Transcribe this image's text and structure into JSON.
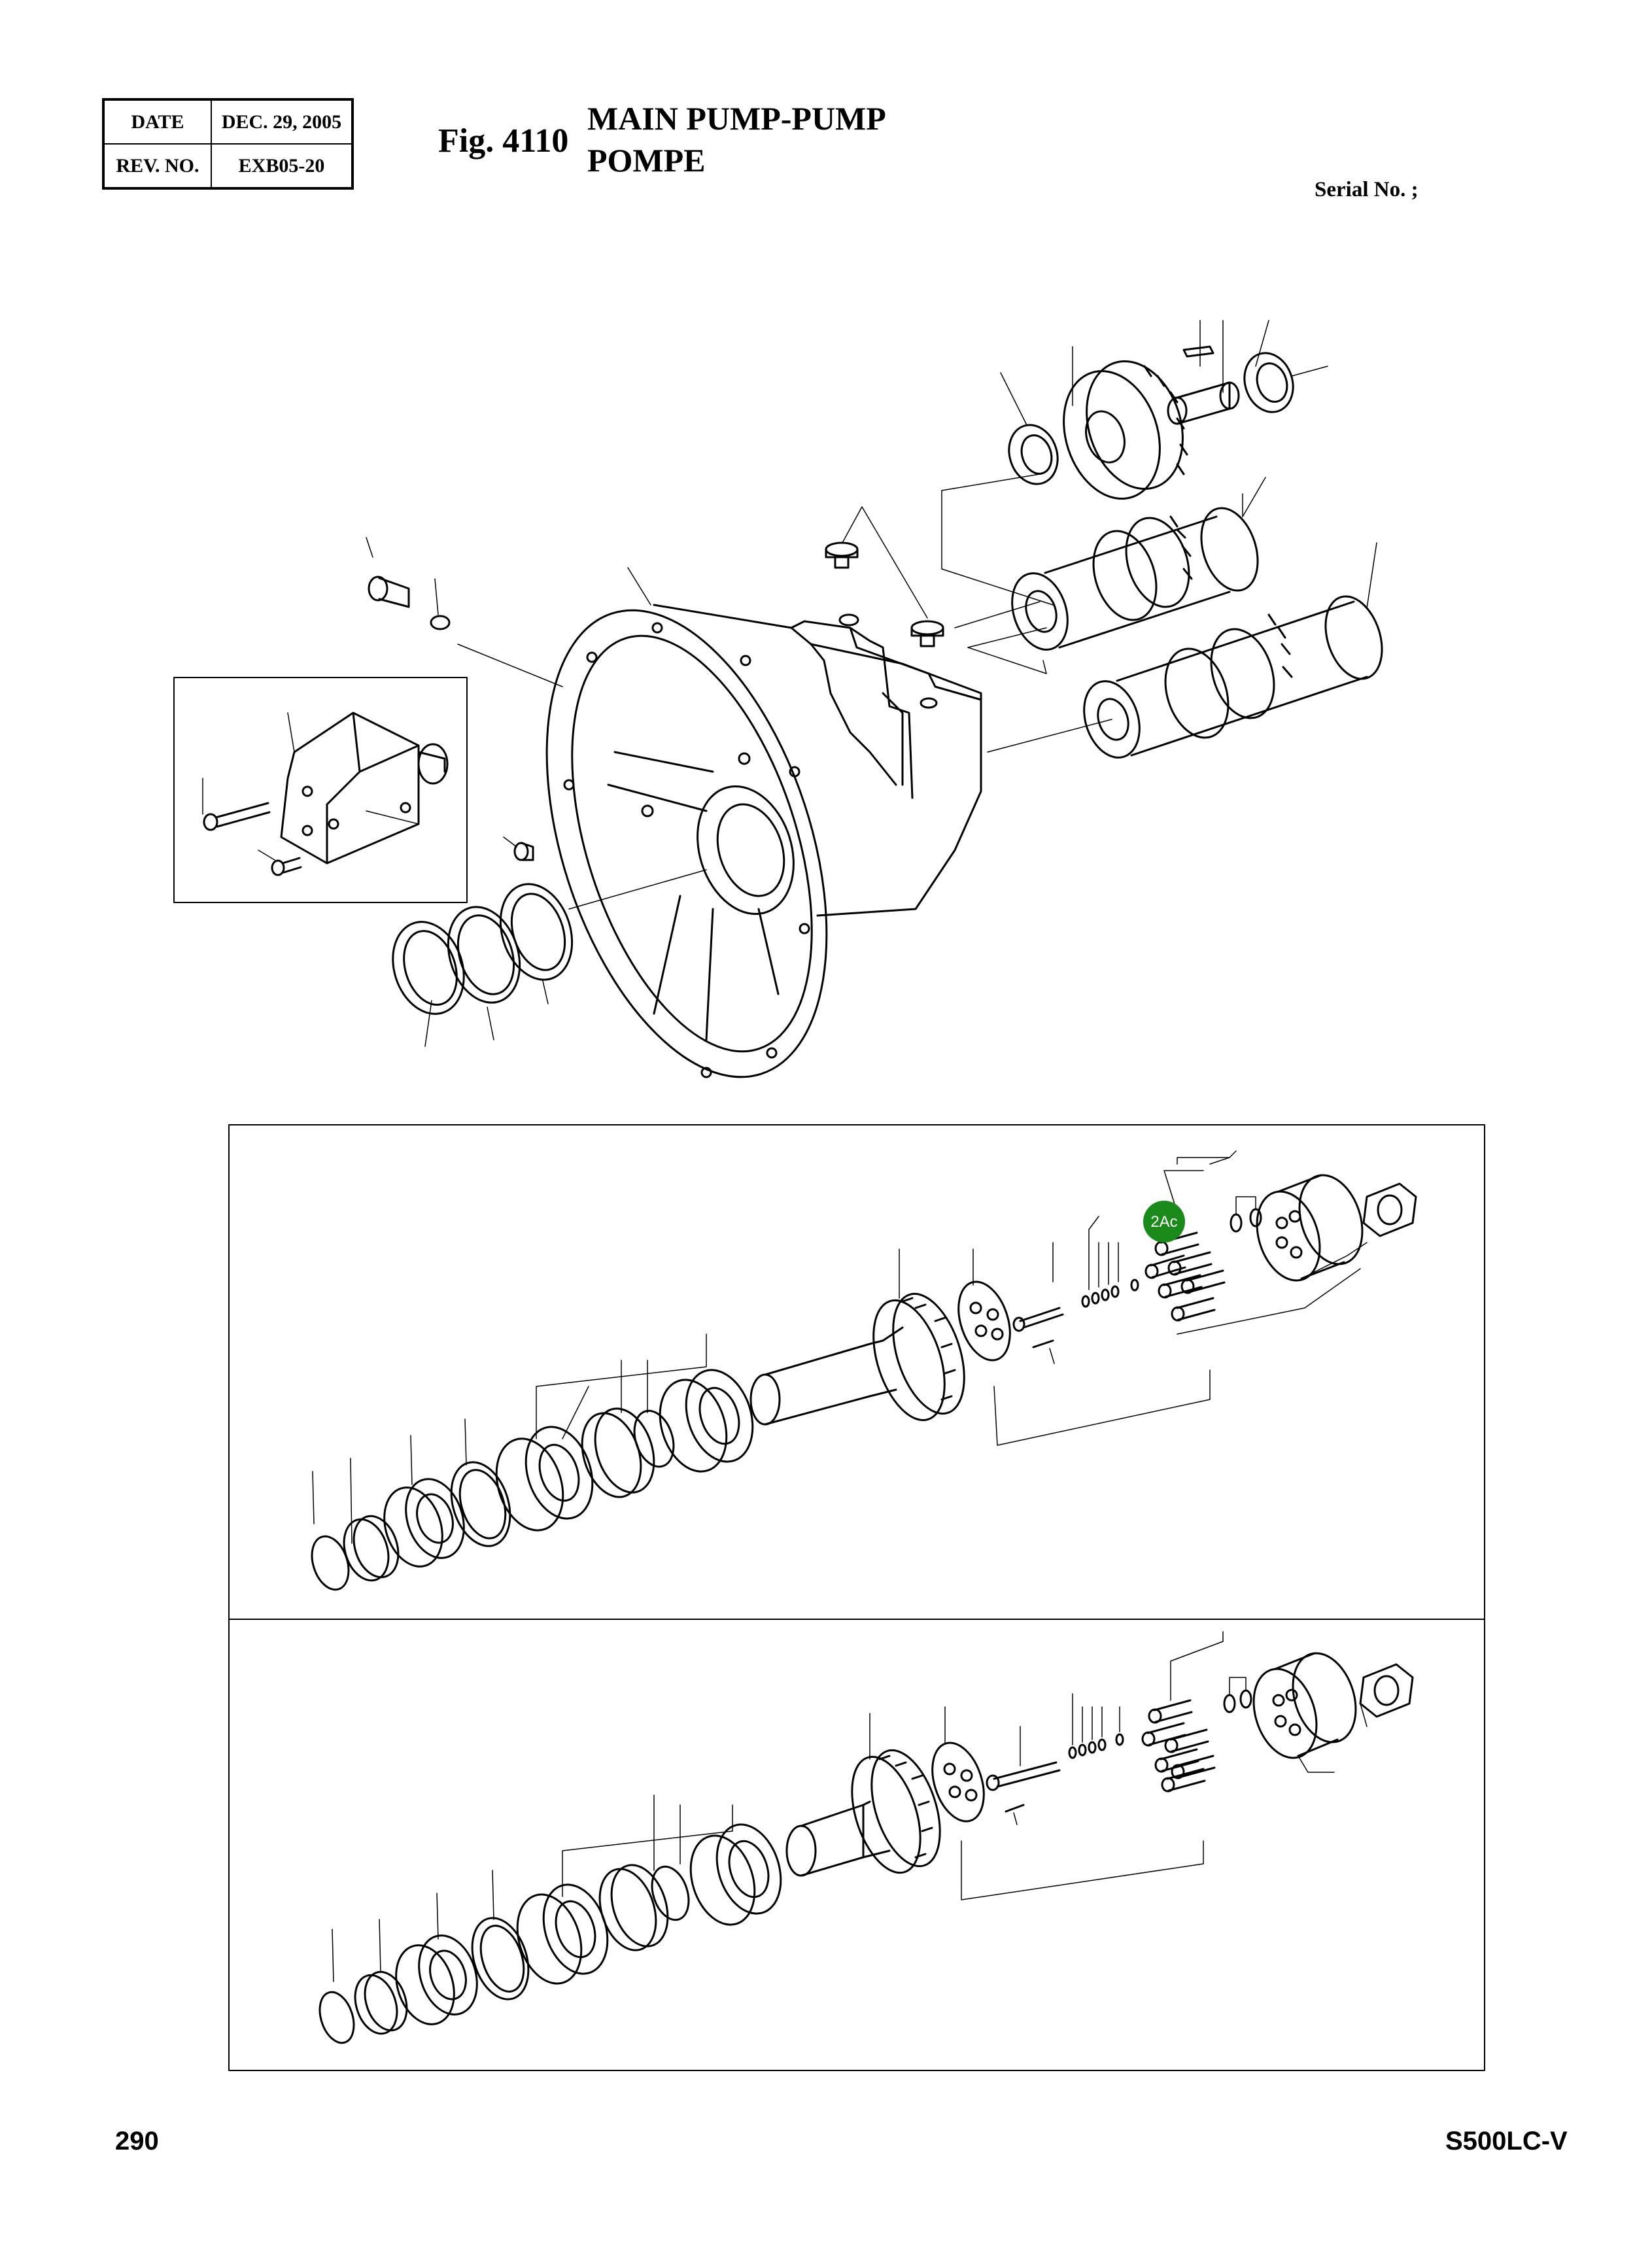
{
  "header": {
    "date_label": "DATE",
    "date_value": "DEC. 29, 2005",
    "rev_label": "REV. NO.",
    "rev_value": "EXB05-20"
  },
  "figure": {
    "number": "Fig. 4110",
    "title_line1": "MAIN PUMP-PUMP",
    "title_line2": "POMPE"
  },
  "serial": "Serial No. ;",
  "callout": {
    "label": "2Ac",
    "color": "#1a8a1a"
  },
  "footer": {
    "page": "290",
    "model": "S500LC-V"
  }
}
